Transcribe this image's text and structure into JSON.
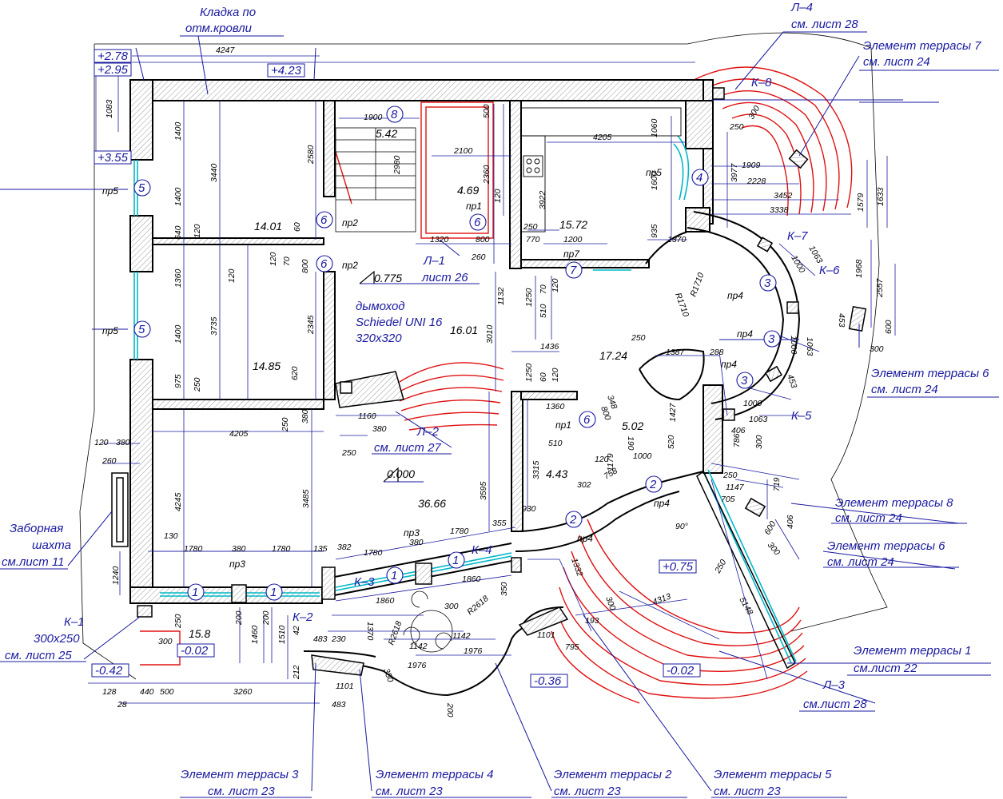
{
  "colors": {
    "line": "#1a1aa0",
    "wall": "#000000",
    "hatch": "#c0c0c0",
    "terrace": "#e01010",
    "glass": "#00b8c8"
  },
  "top_labels": {
    "kladka_l1": "Кладка по",
    "kladka_l2": "отм.кровли"
  },
  "levels": {
    "l278": "+2.78",
    "l295": "+2.95",
    "l423": "+4.23",
    "l355": "+3.55",
    "l042": "-0.42",
    "l002": "-0.02",
    "l036": "-0.36",
    "l002b": "-0.02",
    "l075": "+0.75"
  },
  "floor_marks": {
    "m0775": "0.775",
    "m0000": "0.000"
  },
  "room_areas": {
    "r1": "14.01",
    "r2": "14.85",
    "r3": "36.66",
    "r4": "16.01",
    "r5": "5.42",
    "r6": "4.69",
    "r7": "15.72",
    "r8": "17.24",
    "r9": "5.02",
    "r10": "4.43",
    "r11": "15.8"
  },
  "chimney": {
    "l1": "дымоход",
    "l2": "Schiedel UNI 16",
    "l3": "320x320"
  },
  "openings": {
    "pr5a": "пр5",
    "pr5b": "пр5",
    "pr2a": "пр2",
    "pr2b": "пр2",
    "pr1a": "пр1",
    "pr7": "пр7",
    "pr5c": "пр5",
    "pr4a": "пр4",
    "pr4b": "пр4",
    "pr4c": "пр4",
    "pr1b": "пр1",
    "pr3a": "пр3",
    "pr3b": "пр3",
    "pr4d": "пр4",
    "pr4e": "пр4"
  },
  "circles": {
    "c5a": "5",
    "c5b": "5",
    "c6a": "6",
    "c6b": "6",
    "c8": "8",
    "c6c": "6",
    "c7": "7",
    "c4": "4",
    "c3a": "3",
    "c3b": "3",
    "c3c": "3",
    "c6d": "6",
    "c2a": "2",
    "c2b": "2",
    "c1a": "1",
    "c1b": "1",
    "c1c": "1",
    "c1d": "1"
  },
  "tags": {
    "k8": "К–8",
    "k7": "К–7",
    "k6": "К–6",
    "k5": "К–5",
    "k4": "К–4",
    "k3": "К–3",
    "k2": "К–2"
  },
  "callouts": {
    "l4_a": "Л–4",
    "l4_b": "см. лист 28",
    "et7_a": "Элемент террасы 7",
    "et7_b": "см. лист 24",
    "et6r_a": "Элемент террасы 6",
    "et6r_b": "см. лист 24",
    "et8_a": "Элемент террасы 8",
    "et8_b": "см. лист 24",
    "et6b_a": "Элемент террасы 6",
    "et6b_b": "см. лист 24",
    "et1_a": "Элемент террасы 1",
    "et1_b": "см.лист 22",
    "l3_a": "Л–3",
    "l3_b": "см.лист 28",
    "l1_a": "Л–1",
    "l1_b": "лист 26",
    "l2_a": "Л–2",
    "l2_b": "см. лист 27",
    "shaft_a": "Заборная",
    "shaft_b": "шахта",
    "shaft_c": "см.лист 11",
    "k1_a": "К–1",
    "k1_b": "300х250",
    "k1_c": "см. лист 25",
    "et3_a": "Элемент террасы 3",
    "et3_b": "см. лист 23",
    "et4_a": "Элемент террасы 4",
    "et4_b": "см. лист 23",
    "et2_a": "Элемент террасы 2",
    "et2_b": "см. лист 23",
    "et5_a": "Элемент террасы 5",
    "et5_b": "см. лист 23",
    "angle": "90°"
  },
  "dims": {
    "d4247": "4247",
    "d1083": "1083",
    "d1400a": "1400",
    "d1400b": "1400",
    "d3440": "3440",
    "d2580": "2580",
    "d640": "640",
    "d120a": "120",
    "d120b": "120",
    "d1360a": "1360",
    "d1400c": "1400",
    "d3735": "3735",
    "d2345": "2345",
    "d975": "975",
    "d250a": "250",
    "d620": "620",
    "d60a": "60",
    "d70a": "70",
    "d800a": "800",
    "d120c": "120",
    "d380a": "380",
    "d250b": "250",
    "d4205a": "4205",
    "d4245": "4245",
    "d3485": "3485",
    "d1780a": "1780",
    "d380b": "380",
    "d1780b": "1780",
    "d135": "135",
    "d382": "382",
    "d130": "130",
    "d1240": "1240",
    "d120d": "120",
    "d380c": "380",
    "d260": "260",
    "d1900": "1900",
    "d2980": "2980",
    "d2100": "2100",
    "d2360": "2360",
    "d1320": "1320",
    "d800b": "800",
    "d260b": "260",
    "d120e": "120",
    "d500": "500",
    "d4205b": "4205",
    "d1060": "1060",
    "d3922": "3922",
    "d1600": "1600",
    "d935": "935",
    "d250c": "250",
    "d770": "770",
    "d1200": "1200",
    "d1370": "1370",
    "d3977": "3977",
    "d250d": "250",
    "d300a": "300",
    "d1909": "1909",
    "d2228": "2228",
    "d3452": "3452",
    "d3338": "3338",
    "d1633": "1633",
    "d1579": "1579",
    "d1968": "1968",
    "d2557": "2557",
    "d1063a": "1063",
    "d1000a": "1000",
    "d453a": "453",
    "d600": "600",
    "d300b": "300",
    "d1000b": "1000",
    "d1063b": "1063",
    "d453b": "453",
    "d1000c": "1000",
    "d1063c": "1063",
    "d406a": "406",
    "d786": "786",
    "d300c": "300",
    "dR1710a": "R1710",
    "dR1710b": "R1710",
    "d250e": "250",
    "d1387": "1387",
    "d288": "288",
    "d1132": "1132",
    "d1250a": "1250",
    "d70b": "70",
    "d510a": "510",
    "d120f": "120",
    "d3010": "3010",
    "d1436": "1436",
    "d1250b": "1250",
    "d60b": "60",
    "d120g": "120",
    "d348": "348",
    "d1360b": "1360",
    "d800c": "800",
    "d190": "190",
    "d1427": "1427",
    "d520": "520",
    "d510b": "510",
    "d120h": "120",
    "d1179": "1179",
    "d1000d": "1000",
    "d758": "758",
    "d302": "302",
    "d3315": "3315",
    "d3595": "3595",
    "d930": "930",
    "d355": "355",
    "d1780c": "1780",
    "d1780d": "1780",
    "d380d": "380",
    "d1860a": "1860",
    "d1860b": "1860",
    "d1160": "1160",
    "d380e": "380",
    "d250f": "250",
    "d250g": "250",
    "d1147": "1147",
    "d705": "705",
    "d719": "719",
    "d406b": "406",
    "d600b": "600",
    "d300d": "300",
    "d250h": "250",
    "d5148": "5148",
    "d4313": "4313",
    "d300e": "300",
    "d1332": "1332",
    "d193": "193",
    "d795": "795",
    "d1101a": "1101",
    "d350a": "350",
    "dR2618a": "R2618",
    "dR2618b": "R2618",
    "d300f": "300",
    "d1142a": "1142",
    "d1142b": "1142",
    "d1976a": "1976",
    "d1976b": "1976",
    "d350b": "350",
    "d1370b": "1370",
    "d1101b": "1101",
    "d200a": "200",
    "d483a": "483",
    "d230": "230",
    "d200b": "200",
    "d200c": "200",
    "d1460": "1460",
    "d1510": "1510",
    "d42": "42",
    "d212": "212",
    "d300g": "300",
    "d250i": "250",
    "d128": "128",
    "d28": "28",
    "d440": "440",
    "d500b": "500",
    "d3260": "3260",
    "d483b": "483"
  }
}
